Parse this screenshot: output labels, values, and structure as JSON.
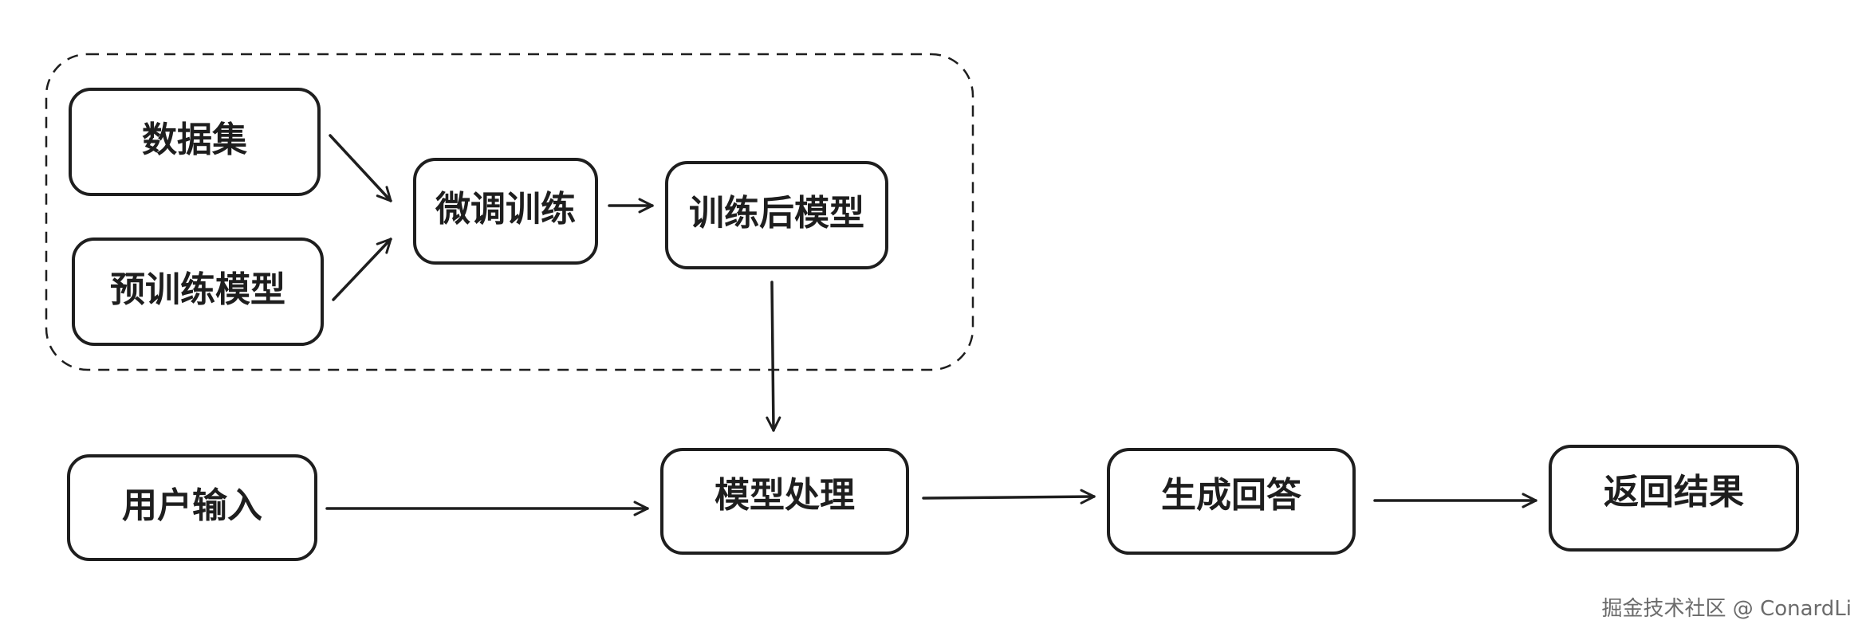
{
  "nodes": {
    "dataset": "数据集",
    "pretrained_model": "预训练模型",
    "fine_tune": "微调训练",
    "trained_model": "训练后模型",
    "user_input": "用户输入",
    "model_process": "模型处理",
    "generate_answer": "生成回答",
    "return_result": "返回结果"
  },
  "watermark": "掘金技术社区 @ ConardLi",
  "colors": {
    "stroke": "#1e1e1e",
    "background": "#ffffff",
    "watermark": "#6b6b6b"
  }
}
